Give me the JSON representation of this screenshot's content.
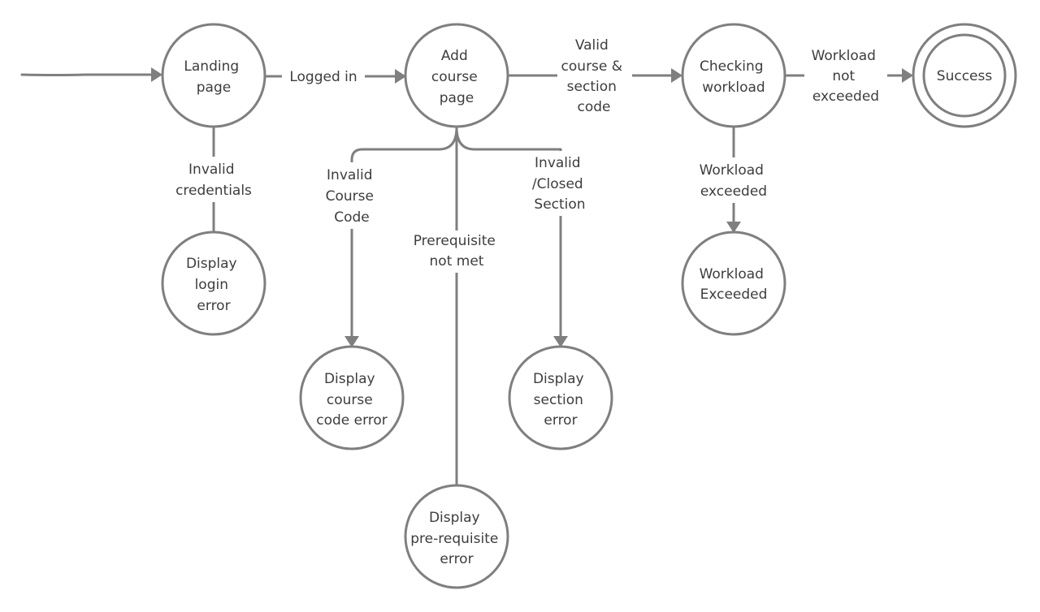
{
  "colors": {
    "stroke": "#7f7f7f",
    "text": "#3d3d3d",
    "background": "#ffffff"
  },
  "nodes": {
    "landing": [
      "Landing",
      "page"
    ],
    "add_course": [
      "Add",
      "course",
      "page"
    ],
    "checking": [
      "Checking",
      "workload"
    ],
    "success": [
      "Success"
    ],
    "login_error": [
      "Display",
      "login",
      "error"
    ],
    "course_code_error": [
      "Display",
      "course",
      "code error"
    ],
    "prereq_error": [
      "Display",
      "pre-requisite",
      "error"
    ],
    "section_error": [
      "Display",
      "section",
      "error"
    ],
    "workload_exceeded": [
      "Workload",
      "Exceeded"
    ]
  },
  "edges": {
    "logged_in": [
      "Logged in"
    ],
    "valid_course": [
      "Valid",
      "course &",
      "section",
      "code"
    ],
    "workload_not_exceeded": [
      "Workload",
      "not",
      "exceeded"
    ],
    "invalid_credentials": [
      "Invalid",
      "credentials"
    ],
    "invalid_course_code": [
      "Invalid",
      "Course",
      "Code"
    ],
    "prereq_not_met": [
      "Prerequisite",
      "not met"
    ],
    "invalid_section": [
      "Invalid",
      "/Closed",
      "Section"
    ],
    "workload_exceeded": [
      "Workload",
      "exceeded"
    ]
  }
}
